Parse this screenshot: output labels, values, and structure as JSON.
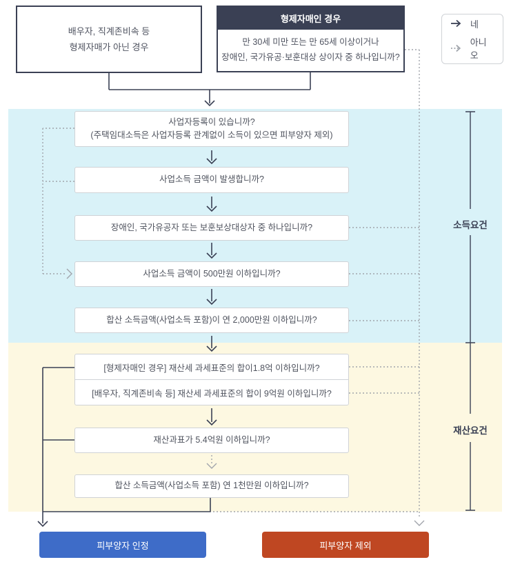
{
  "legend": {
    "yes_label": "네",
    "no_label": "아니오"
  },
  "top": {
    "non_sibling_box": {
      "line1": "배우자, 직계존비속 등",
      "line2": "형제자매가 아닌 경우"
    },
    "sibling_box": {
      "header": "형제자매인 경우",
      "line1": "만 30세 미만 또는 만 65세 이상이거나",
      "line2": "장애인, 국가유공·보훈대상 상이자 중 하나입니까?"
    }
  },
  "income_section": {
    "label": "소득요건",
    "questions": [
      {
        "line1": "사업자등록이 있습니까?",
        "line2": "(주택임대소득은 사업자등록 관계없이 소득이 있으면 피부양자 제외)"
      },
      {
        "line1": "사업소득 금액이 발생합니까?"
      },
      {
        "line1": "장애인, 국가유공자 또는 보훈보상대상자 중 하나입니까?"
      },
      {
        "line1": "사업소득 금액이 500만원 이하입니까?"
      },
      {
        "line1": "합산 소득금액(사업소득 포함)이 연 2,000만원 이하입니까?"
      }
    ]
  },
  "property_section": {
    "label": "재산요건",
    "dual_question": {
      "row1": "[형제자매인 경우] 재산세 과세표준의 합이1.8억 이하입니까?",
      "row2": "[배우자, 직계존비속 등] 재산세 과세표준의 합이 9억원 이하입니까?"
    },
    "question_property_tax": "재산과표가 5.4억원 이하입니까?",
    "question_income_10m": "합산 소득금액(사업소득 포함) 연 1천만원 이하입니까?"
  },
  "results": {
    "accept_label": "피부양자 인정",
    "exclude_label": "피부양자 제외"
  },
  "colors": {
    "navy": "#3a4054",
    "income_bg": "#d9f2f8",
    "property_bg": "#fdf8e1",
    "accept_blue": "#3e6cc8",
    "exclude_red": "#bf4722",
    "dotted_gray": "#a0a4ab",
    "box_border": "#cfd2d6"
  }
}
